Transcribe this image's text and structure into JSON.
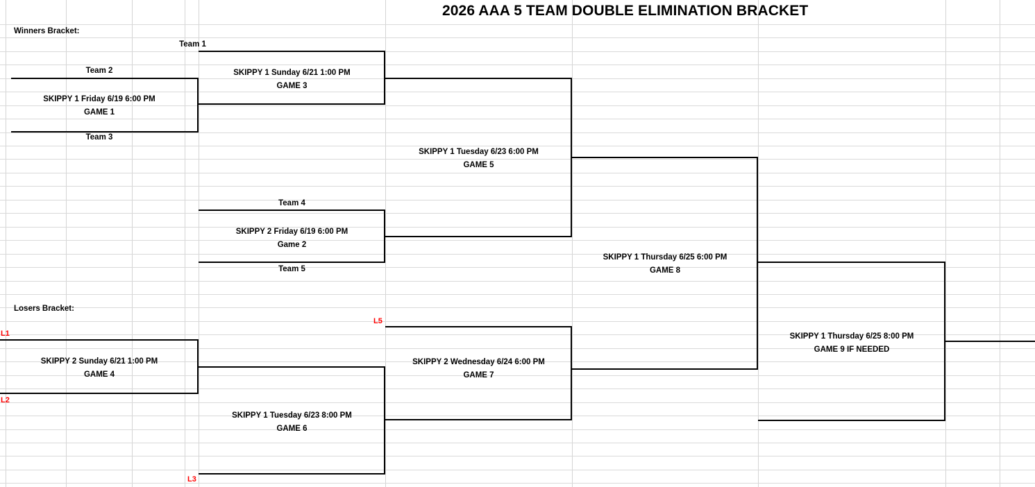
{
  "title": "2026 AAA 5 TEAM DOUBLE ELIMINATION BRACKET",
  "sections": {
    "winners": "Winners Bracket:",
    "losers": "Losers Bracket:"
  },
  "colors": {
    "stroke": "#000000",
    "grid": "#d4d4d4",
    "loser_tag": "#ff0000",
    "text": "#000000",
    "background": "#ffffff"
  },
  "teams": [
    {
      "id": "team1",
      "label": "Team 1"
    },
    {
      "id": "team2",
      "label": "Team 2"
    },
    {
      "id": "team3",
      "label": "Team 3"
    },
    {
      "id": "team4",
      "label": "Team 4"
    },
    {
      "id": "team5",
      "label": "Team 5"
    }
  ],
  "loser_tags": [
    {
      "id": "l1",
      "label": "L1"
    },
    {
      "id": "l2",
      "label": "L2"
    },
    {
      "id": "l3",
      "label": "L3"
    },
    {
      "id": "l5",
      "label": "L5"
    }
  ],
  "games": [
    {
      "id": "game1",
      "bracket": "winners",
      "field": "SKIPPY 1",
      "day": "Friday",
      "date": "6/19",
      "time": "6:00 PM",
      "detail": "SKIPPY 1 Friday 6/19 6:00 PM",
      "name": "GAME 1"
    },
    {
      "id": "game2",
      "bracket": "winners",
      "field": "SKIPPY 2",
      "day": "Friday",
      "date": "6/19",
      "time": "6:00 PM",
      "detail": "SKIPPY 2 Friday 6/19 6:00 PM",
      "name": "Game 2"
    },
    {
      "id": "game3",
      "bracket": "winners",
      "field": "SKIPPY 1",
      "day": "Sunday",
      "date": "6/21",
      "time": "1:00 PM",
      "detail": "SKIPPY 1 Sunday 6/21 1:00 PM",
      "name": "GAME 3"
    },
    {
      "id": "game4",
      "bracket": "losers",
      "field": "SKIPPY 2",
      "day": "Sunday",
      "date": "6/21",
      "time": "1:00 PM",
      "detail": "SKIPPY 2 Sunday 6/21 1:00 PM",
      "name": "GAME 4"
    },
    {
      "id": "game5",
      "bracket": "winners",
      "field": "SKIPPY 1",
      "day": "Tuesday",
      "date": "6/23",
      "time": "6:00 PM",
      "detail": "SKIPPY 1 Tuesday 6/23 6:00 PM",
      "name": "GAME 5"
    },
    {
      "id": "game6",
      "bracket": "losers",
      "field": "SKIPPY 1",
      "day": "Tuesday",
      "date": "6/23",
      "time": "8:00 PM",
      "detail": "SKIPPY 1 Tuesday 6/23 8:00 PM",
      "name": "GAME 6"
    },
    {
      "id": "game7",
      "bracket": "losers",
      "field": "SKIPPY 2",
      "day": "Wednesday",
      "date": "6/24",
      "time": "6:00 PM",
      "detail": "SKIPPY 2 Wednesday 6/24 6:00 PM",
      "name": "GAME 7"
    },
    {
      "id": "game8",
      "bracket": "final",
      "field": "SKIPPY 1",
      "day": "Thursday",
      "date": "6/25",
      "time": "6:00 PM",
      "detail": "SKIPPY 1 Thursday 6/25  6:00 PM",
      "name": "GAME 8"
    },
    {
      "id": "game9",
      "bracket": "final",
      "field": "SKIPPY 1",
      "day": "Thursday",
      "date": "6/25",
      "time": "8:00 PM",
      "detail": "SKIPPY 1 Thursday 6/25  8:00 PM",
      "name": "GAME 9 IF NEEDED"
    }
  ]
}
